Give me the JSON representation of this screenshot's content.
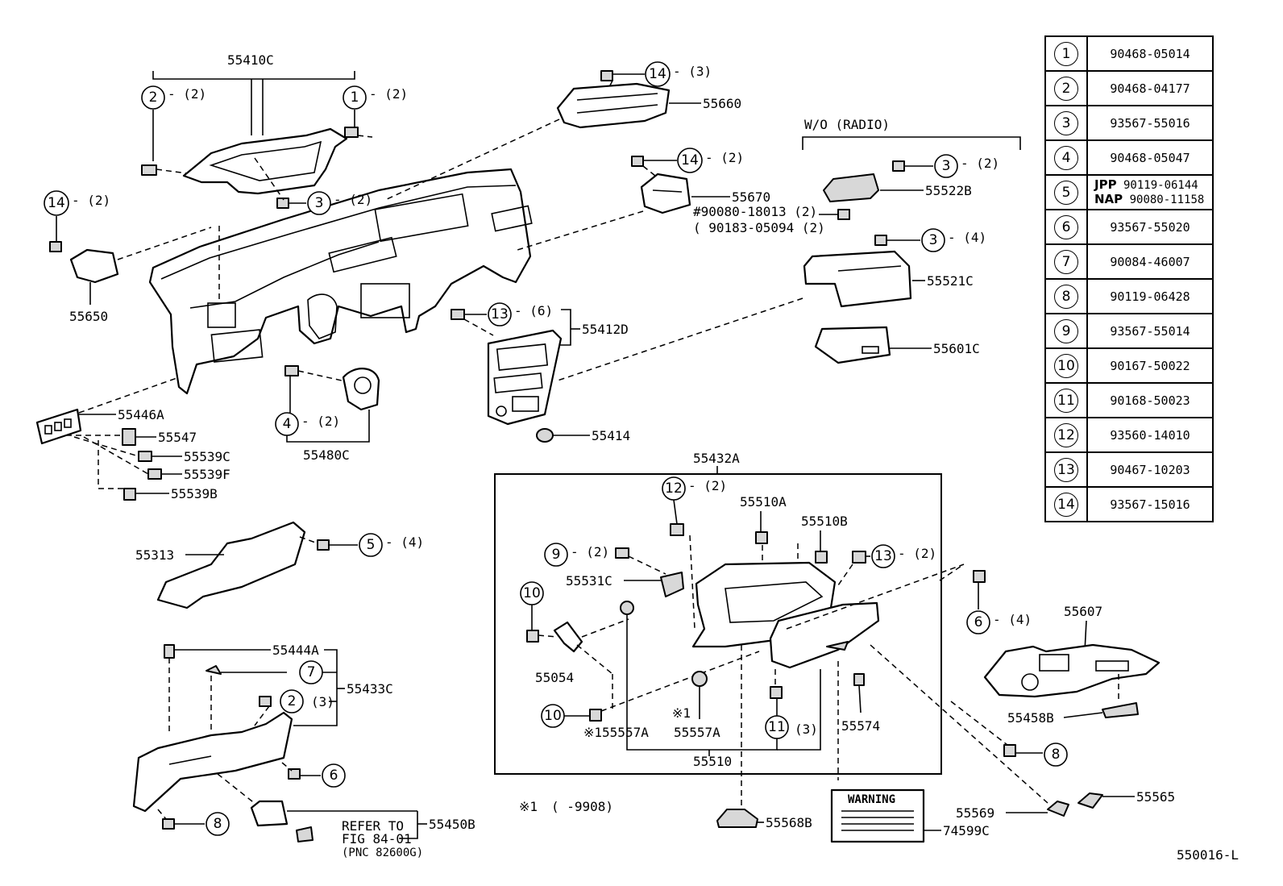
{
  "drawing_code": "550016-L",
  "footnote": {
    "mark": "※1",
    "text": "(      -9908)"
  },
  "wo_radio": "W/O (RADIO)",
  "parts": {
    "p55410C": "55410C",
    "p55660": "55660",
    "p55670": "55670",
    "p55670_note1": "#90080-18013 (2)",
    "p55670_note2": "( 90183-05094 (2)",
    "p55650": "55650",
    "p55522B": "55522B",
    "p55521C": "55521C",
    "p55601C": "55601C",
    "p55412D": "55412D",
    "p55414": "55414",
    "p55446A": "55446A",
    "p55547": "55547",
    "p55539C": "55539C",
    "p55539F": "55539F",
    "p55539B": "55539B",
    "p55480C": "55480C",
    "p55313": "55313",
    "p55432A": "55432A",
    "p55510A": "55510A",
    "p55510B": "55510B",
    "p55531C": "55531C",
    "p55054": "55054",
    "p155557A": "※155557A",
    "p55557A_mark": "※1",
    "p55557A": "55557A",
    "p55510": "55510",
    "p55574": "55574",
    "p55607": "55607",
    "p55458B": "55458B",
    "p55444A": "55444A",
    "p55433C": "55433C",
    "p55450B": "55450B",
    "refer1": "REFER TO",
    "refer2": "FIG 84-01",
    "refer3": "(PNC 82600G)",
    "p55568B": "55568B",
    "p55569": "55569",
    "p55565": "55565",
    "p74599C": "74599C",
    "warning": "WARNING"
  },
  "callouts": {
    "c2_top": "- (2)",
    "c1_top": "- (2)",
    "c14_top": "- (3)",
    "c14_mid": "- (2)",
    "c3_mid": "- (2)",
    "c14_left": "- (2)",
    "c3_radio": "- (2)",
    "c3_box": "- (4)",
    "c13": "- (6)",
    "c4": "- (2)",
    "c5": "- (4)",
    "c12": "- (2)",
    "c9": "- (2)",
    "c13b": "- (2)",
    "c6": "- (4)",
    "c2b": "(3)",
    "c11": "(3)"
  },
  "ref_table": [
    {
      "no": "1",
      "pn": "90468-05014"
    },
    {
      "no": "2",
      "pn": "90468-04177"
    },
    {
      "no": "3",
      "pn": "93567-55016"
    },
    {
      "no": "4",
      "pn": "90468-05047"
    },
    {
      "no": "5",
      "pn_a_tag": "JPP",
      "pn_a": "90119-06144",
      "pn_b_tag": "NAP",
      "pn_b": "90080-11158"
    },
    {
      "no": "6",
      "pn": "93567-55020"
    },
    {
      "no": "7",
      "pn": "90084-46007"
    },
    {
      "no": "8",
      "pn": "90119-06428"
    },
    {
      "no": "9",
      "pn": "93567-55014"
    },
    {
      "no": "10",
      "pn": "90167-50022"
    },
    {
      "no": "11",
      "pn": "90168-50023"
    },
    {
      "no": "12",
      "pn": "93560-14010"
    },
    {
      "no": "13",
      "pn": "90467-10203"
    },
    {
      "no": "14",
      "pn": "93567-15016"
    }
  ]
}
